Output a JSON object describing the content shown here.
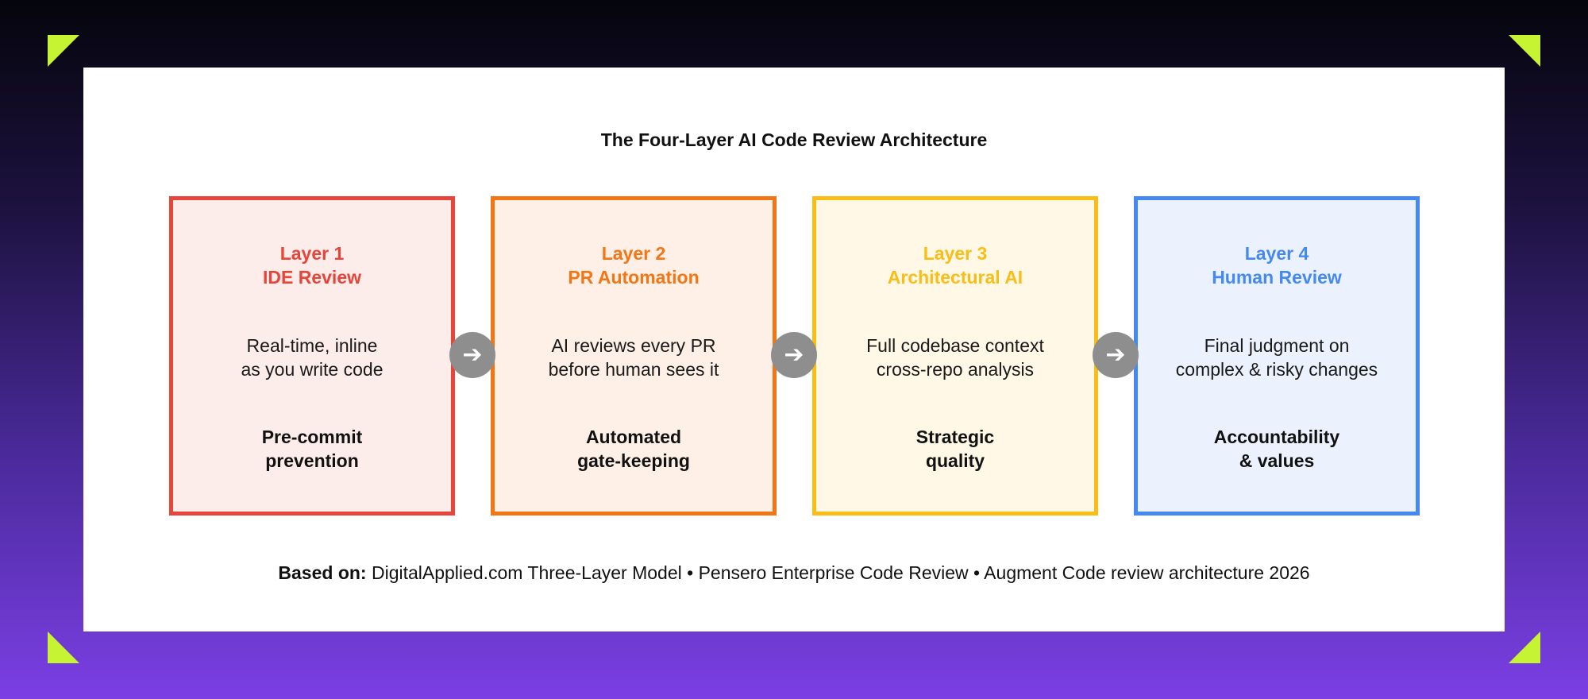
{
  "diagram": {
    "title": "The Four-Layer AI Code Review Architecture",
    "layers": [
      {
        "label": "Layer 1",
        "name": "IDE Review",
        "description": [
          "Real-time, inline",
          "as you write code"
        ],
        "outcome": [
          "Pre-commit",
          "prevention"
        ],
        "color": "#e8443a",
        "fill": "#fcecea"
      },
      {
        "label": "Layer 2",
        "name": "PR Automation",
        "description": [
          "AI reviews every PR",
          "before human sees it"
        ],
        "outcome": [
          "Automated",
          "gate-keeping"
        ],
        "color": "#f47514",
        "fill": "#fef0e6"
      },
      {
        "label": "Layer 3",
        "name": "Architectural AI",
        "description": [
          "Full codebase context",
          "cross-repo analysis"
        ],
        "outcome": [
          "Strategic",
          "quality"
        ],
        "color": "#fbbd15",
        "fill": "#fff8e6"
      },
      {
        "label": "Layer 4",
        "name": "Human Review",
        "description": [
          "Final judgment on",
          "complex & risky changes"
        ],
        "outcome": [
          "Accountability",
          "& values"
        ],
        "color": "#4489f1",
        "fill": "#ecf2fd"
      }
    ],
    "arrow_icon": "arrow-right-icon",
    "arrow_glyph": "➔",
    "footer": {
      "prefix": "Based on:",
      "text": " DigitalApplied.com Three-Layer Model • Pensero Enterprise Code Review • Augment Code review architecture 2026"
    }
  },
  "colors": {
    "accent_corner": "#c6f432",
    "arrow_bg": "#8e8e8e"
  }
}
